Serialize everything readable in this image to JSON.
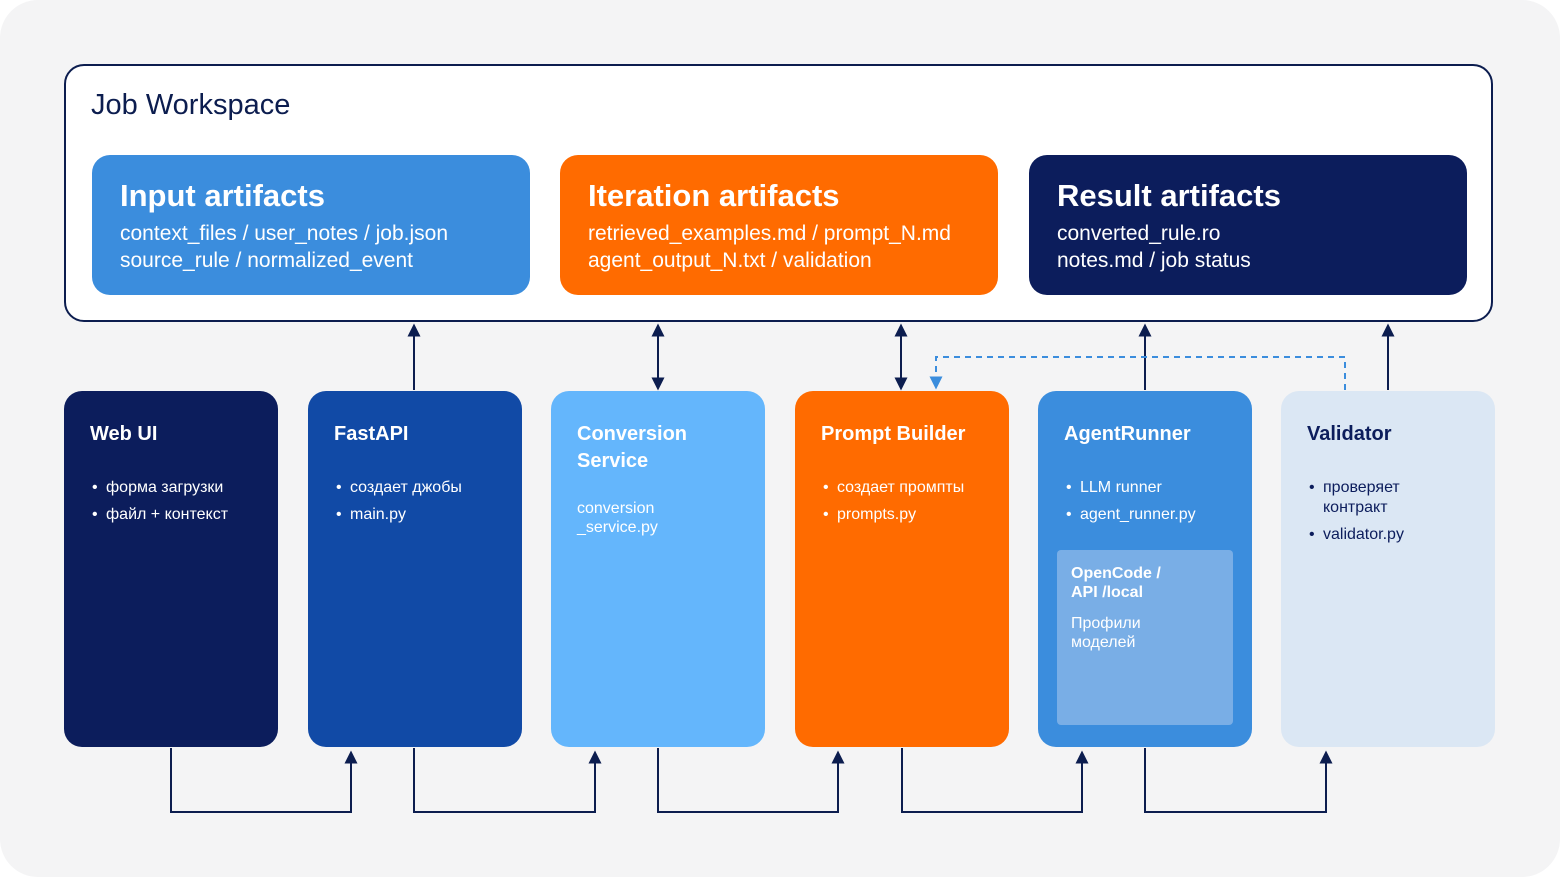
{
  "workspace": {
    "title": "Job Workspace"
  },
  "artifacts": [
    {
      "title": "Input artifacts",
      "lines": [
        "context_files / user_notes / job.json",
        "source_rule / normalized_event"
      ],
      "color": "#3b8ddd"
    },
    {
      "title": "Iteration artifacts",
      "lines": [
        "retrieved_examples.md / prompt_N.md",
        "agent_output_N.txt / validation"
      ],
      "color": "#ff6b00"
    },
    {
      "title": "Result artifacts",
      "lines": [
        "converted_rule.ro",
        "notes.md / job status"
      ],
      "color": "#0c1d5c"
    }
  ],
  "modules": [
    {
      "title": "Web UI",
      "bullets": [
        "форма загрузки",
        "файл + контекст"
      ],
      "color": "#0c1d5c",
      "text_color": "#ffffff"
    },
    {
      "title": "FastAPI",
      "bullets": [
        "создает джобы",
        "main.py"
      ],
      "color": "#114aa6",
      "text_color": "#ffffff"
    },
    {
      "title": "Conversion Service",
      "sub": "conversion _service.py",
      "color": "#64b6fc",
      "text_color": "#ffffff"
    },
    {
      "title": "Prompt Builder",
      "bullets": [
        "создает промпты",
        "prompts.py"
      ],
      "color": "#ff6b00",
      "text_color": "#ffffff"
    },
    {
      "title": "AgentRunner",
      "bullets": [
        "LLM runner",
        "agent_runner.py"
      ],
      "color": "#3b8ddd",
      "text_color": "#ffffff",
      "card": {
        "title": "OpenCode / API /local",
        "body": "Профили моделей"
      }
    },
    {
      "title": "Validator",
      "bullets": [
        "проверяет контракт",
        "validator.py"
      ],
      "color": "#dbe7f4",
      "text_color": "#0c1d5c"
    }
  ],
  "colors": {
    "line": "#0c1d4f",
    "dashed": "#3b8ddd",
    "background": "#f4f4f5"
  }
}
